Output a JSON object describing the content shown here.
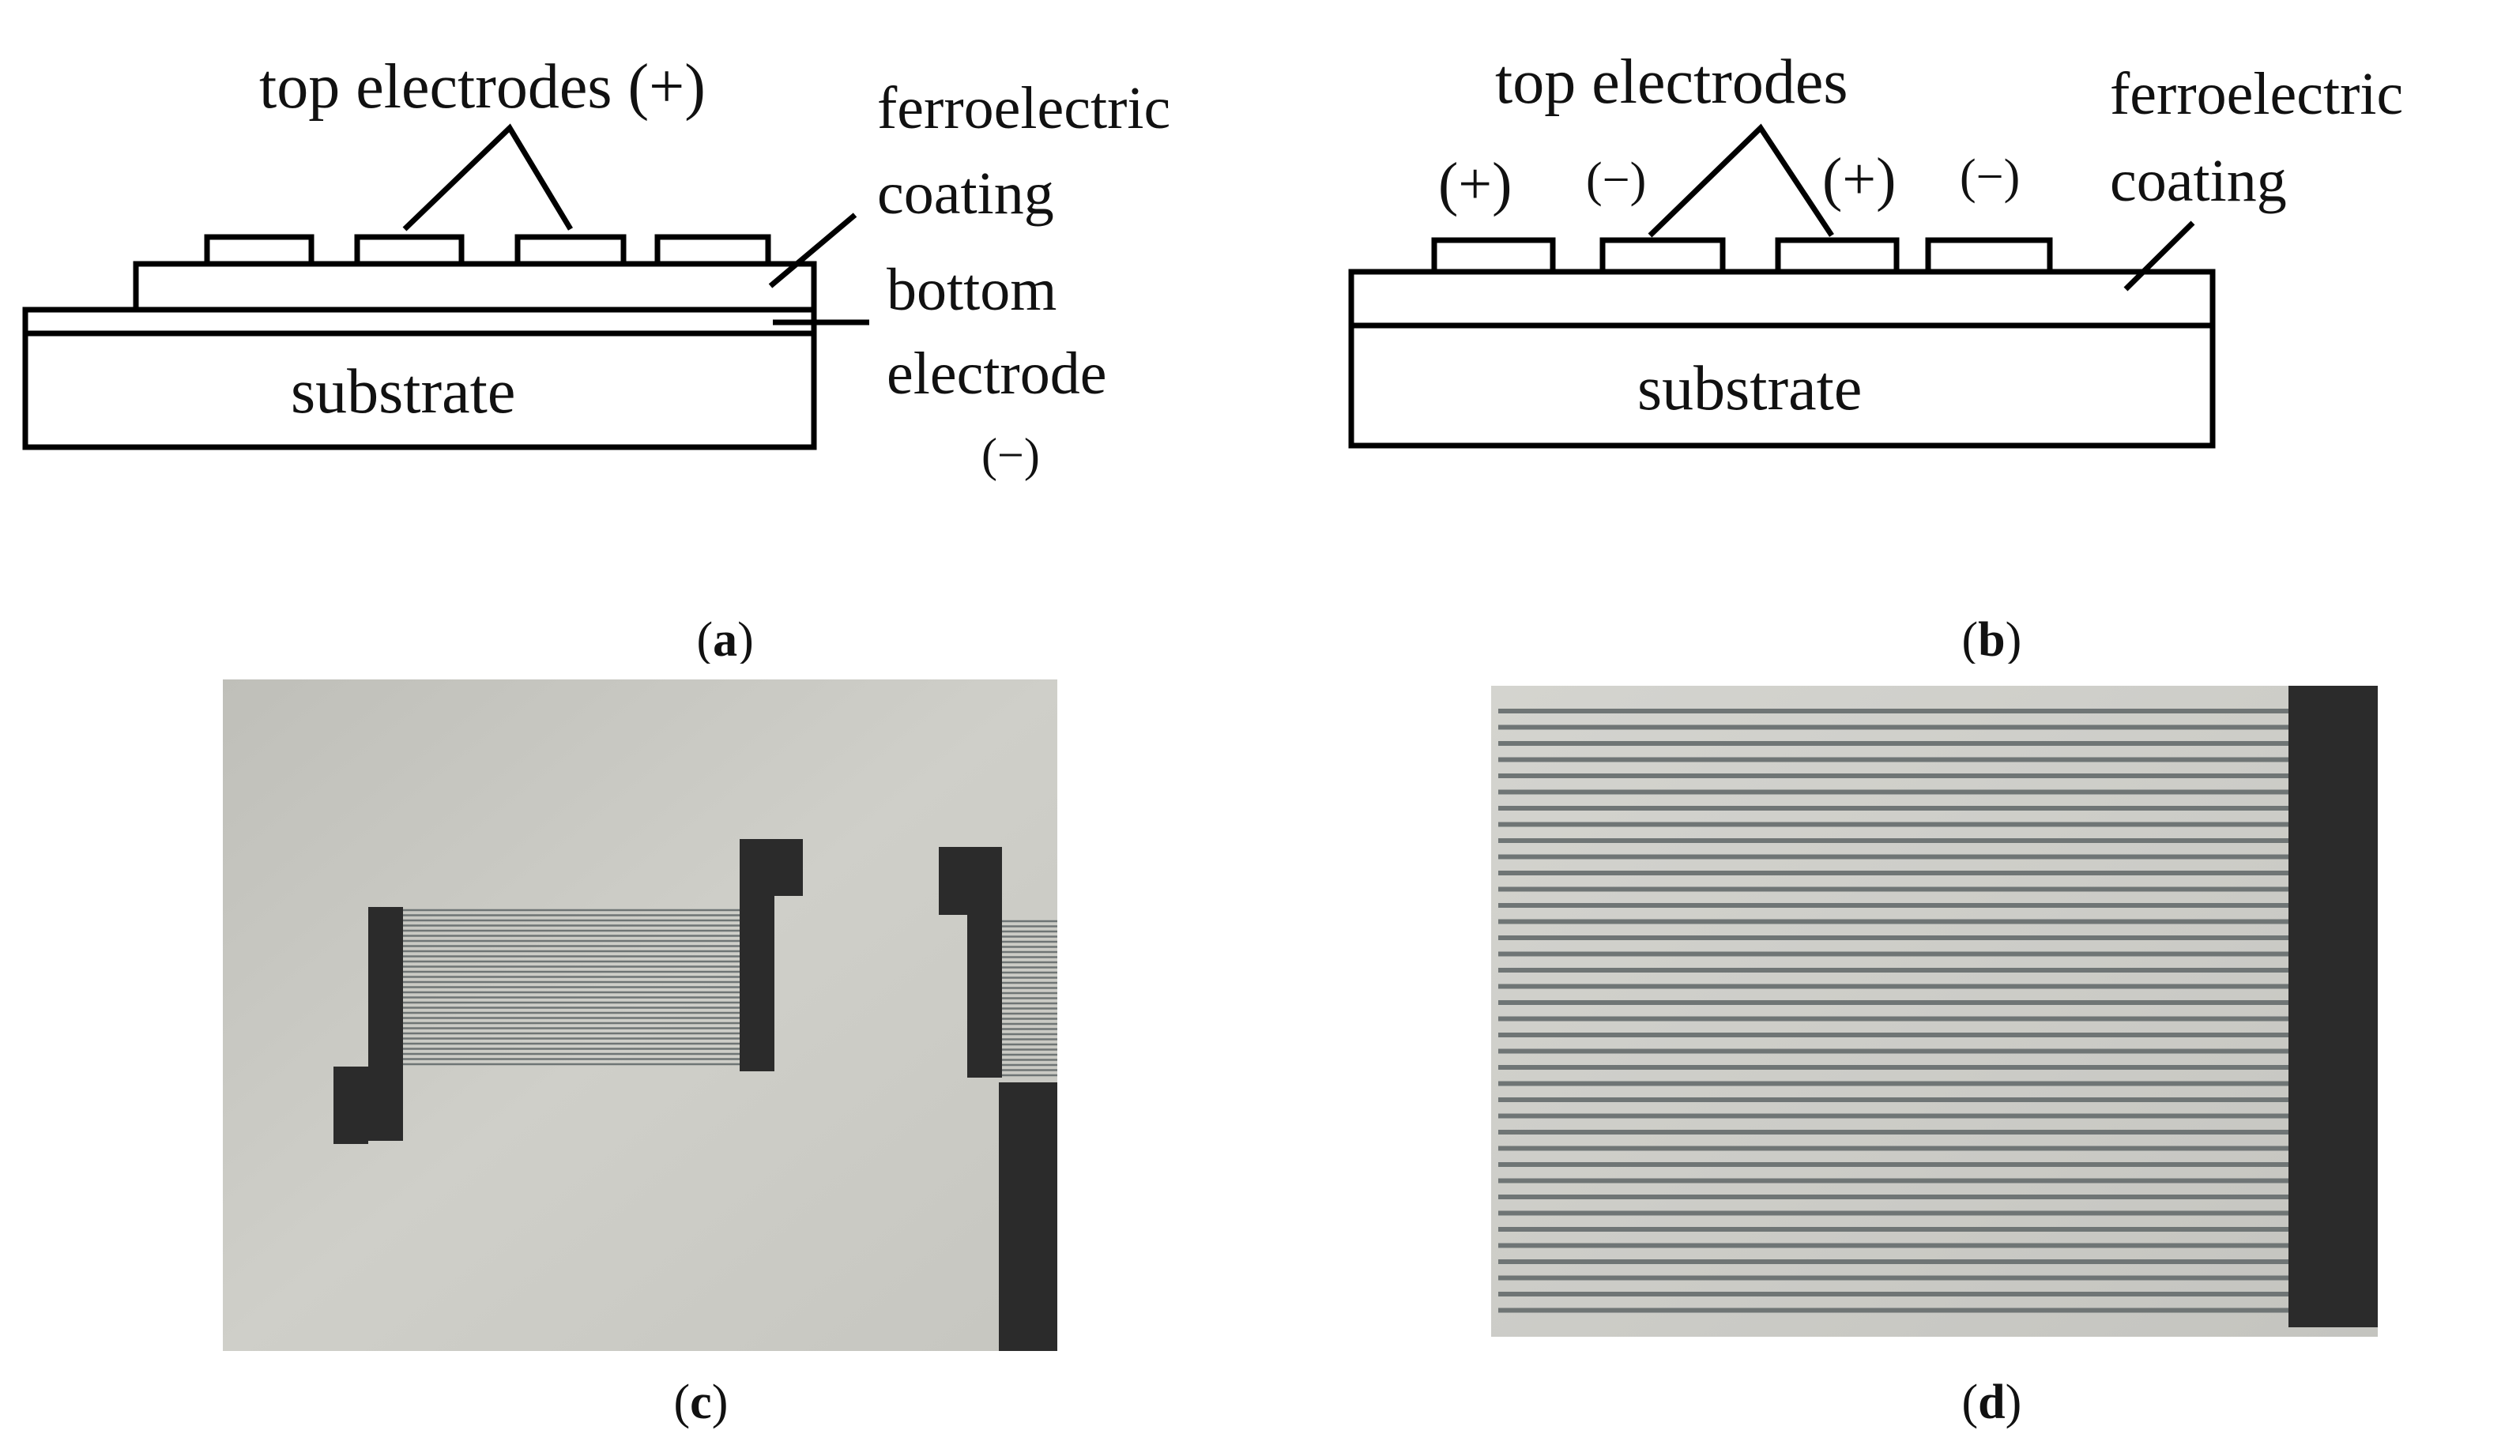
{
  "panel_a": {
    "caption_open": "(",
    "caption_letter": "a",
    "caption_close": ")",
    "top_electrodes": "top electrodes (+)",
    "ferro_line1": "ferroelectric",
    "ferro_line2": "coating",
    "bottom_line1": "bottom",
    "bottom_line2": "electrode",
    "bottom_sign": "(−)",
    "substrate": "substrate"
  },
  "panel_b": {
    "caption_open": "(",
    "caption_letter": "b",
    "caption_close": ")",
    "top_electrodes": "top electrodes",
    "signs": [
      "(+)",
      "(−)",
      "(+)",
      "(−)"
    ],
    "ferro_line1": "ferroelectric",
    "ferro_line2": "coating",
    "substrate": "substrate"
  },
  "panel_c": {
    "caption_open": "(",
    "caption_letter": "c",
    "caption_close": ")"
  },
  "panel_d": {
    "caption_open": "(",
    "caption_letter": "d",
    "caption_close": ")"
  },
  "colors": {
    "line": "#000000",
    "photo_background": "#c9c9c3",
    "electrode_pad": "#2b2b2b",
    "finger": "#6f7575"
  }
}
